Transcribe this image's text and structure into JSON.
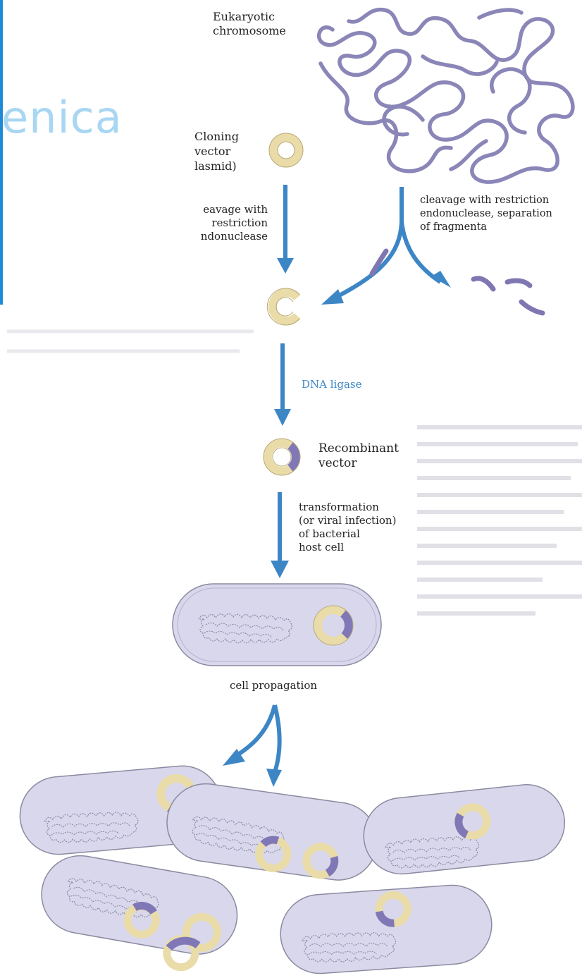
{
  "slide": {
    "partial_title": "enica"
  },
  "labels": {
    "chromosome": "Eukaryotic\nchromosome",
    "cloning_vector": "Cloning\nvector\nlasmid)",
    "cleavage_vector": "eavage with\nrestriction\nndonuclease",
    "cleavage_chromosome": "cleavage with restriction\nendonuclease, separation\nof fragmenta",
    "ligase": "DNA ligase",
    "recombinant": "Recombinant\nvector",
    "transformation": "transformation\n(or viral infection)\nof bacterial\nhost cell",
    "propagation": "cell propagation"
  },
  "colors": {
    "arrow": "#3d86c6",
    "plasmid_fill": "#f6e7b4",
    "insert": "#8078b6",
    "dna_strand": "#8a86b8",
    "cell_fill": "#d9d7ec",
    "slide_accent": "#1f8ad6"
  }
}
